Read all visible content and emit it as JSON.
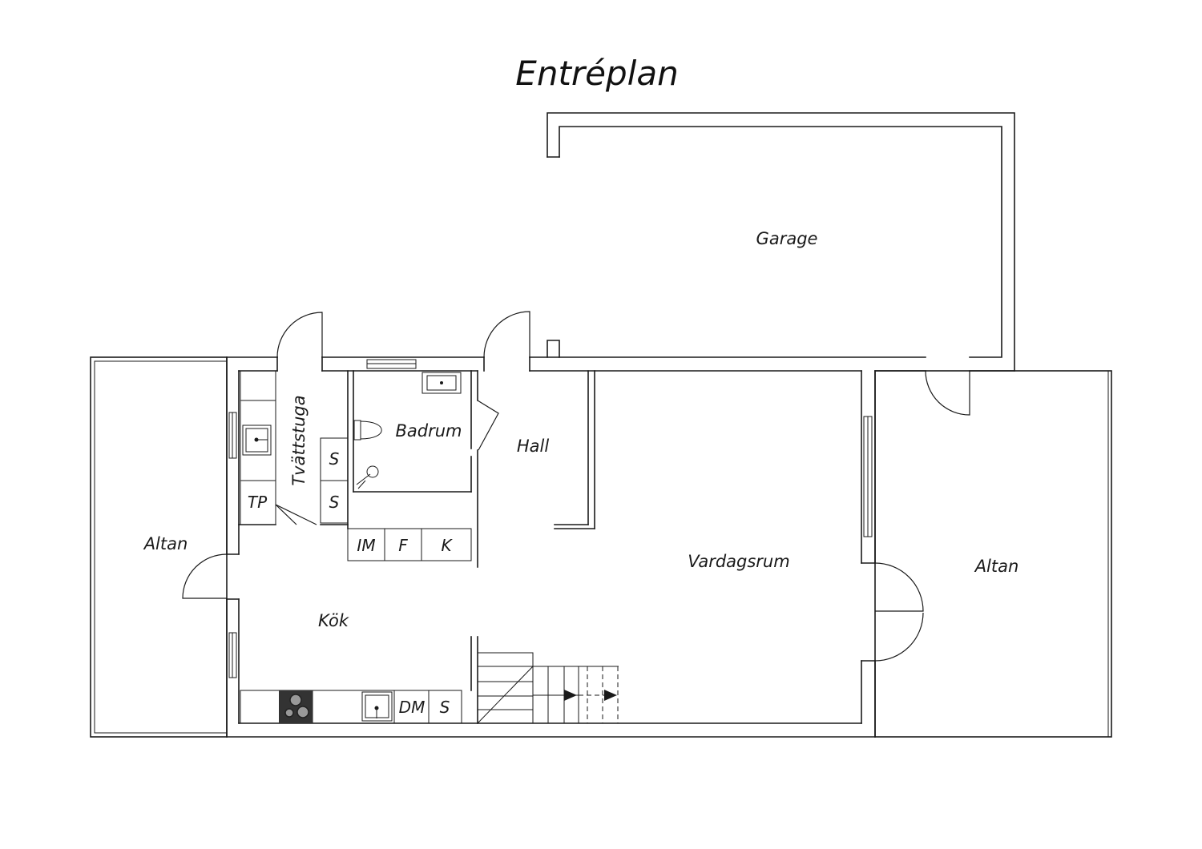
{
  "title": "Entréplan",
  "rooms": {
    "garage": "Garage",
    "altan_left": "Altan",
    "altan_right": "Altan",
    "tvattstuga": "Tvättstuga",
    "badrum": "Badrum",
    "hall": "Hall",
    "vardagsrum": "Vardagsrum",
    "kok": "Kök"
  },
  "fixtures": {
    "laundry_s1": "S",
    "laundry_s2": "S",
    "tp": "TP",
    "im": "IM",
    "f": "F",
    "k": "K",
    "dm": "DM",
    "kitchen_s": "S"
  },
  "colors": {
    "line": "#1a1a1a",
    "stove": "#333333",
    "background": "#ffffff"
  }
}
